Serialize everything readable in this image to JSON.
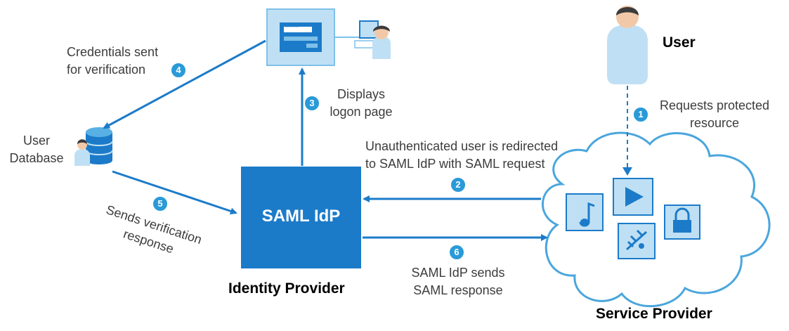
{
  "idp_box_label": "SAML IdP",
  "identity_provider_label": "Identity Provider",
  "service_provider_label": "Service Provider",
  "user_label": "User",
  "user_database_label": [
    "User",
    "Database"
  ],
  "steps": [
    {
      "num": "1",
      "text": [
        "Requests protected",
        "resource"
      ]
    },
    {
      "num": "2",
      "text": [
        "Unauthenticated user is redirected",
        "to SAML IdP with SAML request"
      ]
    },
    {
      "num": "3",
      "text": [
        "Displays",
        "logon page"
      ]
    },
    {
      "num": "4",
      "text": [
        "Credentials sent",
        "for verification"
      ]
    },
    {
      "num": "5",
      "text": [
        "Sends verification",
        "response"
      ]
    },
    {
      "num": "6",
      "text": [
        "SAML IdP sends",
        "SAML response"
      ]
    }
  ],
  "login_screen_mask": "******",
  "colors": {
    "accent": "#1c7bc9",
    "badge": "#2a9ad8",
    "light_blue": "#bfe0f4",
    "cloud_fill": "#ffffff",
    "cloud_stroke": "#4aa6dc"
  },
  "icons": [
    "database-icon",
    "login-screen-icon",
    "person-at-computer-icon",
    "user-icon",
    "cloud-icon",
    "music-note-icon",
    "play-icon",
    "satellite-icon",
    "padlock-icon"
  ]
}
